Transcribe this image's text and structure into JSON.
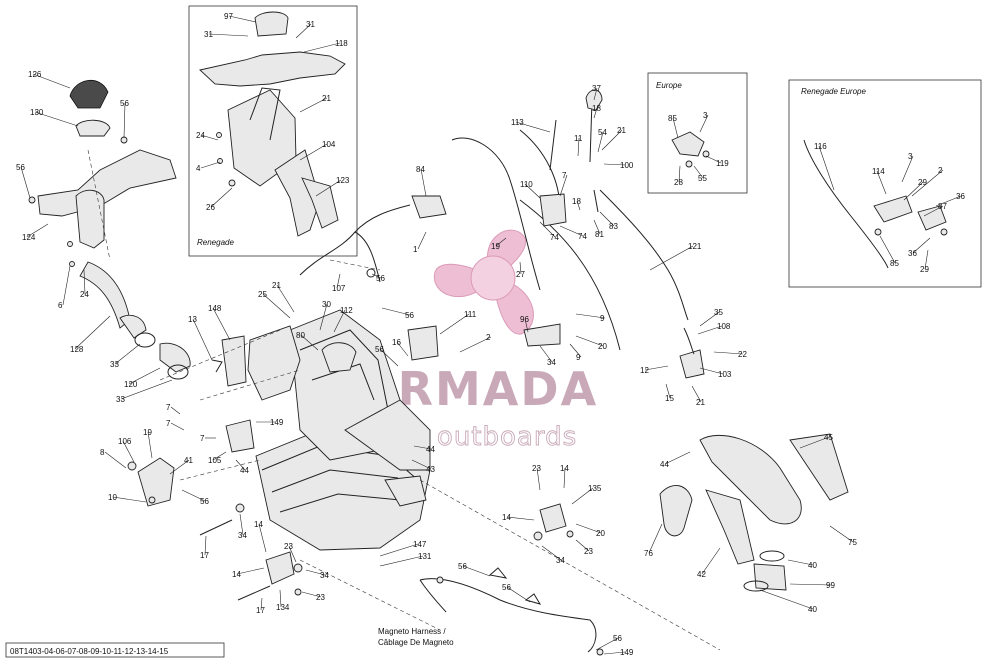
{
  "insets": [
    {
      "label": "Renegade"
    },
    {
      "label": "Europe"
    },
    {
      "label": "Renegade Europe"
    }
  ],
  "harness_label_1": "Magneto Harness /",
  "harness_label_2": "Câblage De Magneto",
  "ref_code": "08T1403-04-06-07-08-09-10-11-12-13-14-15",
  "watermark": {
    "title": "ARMADA",
    "subtitle": "marine outboards",
    "color": "#e8a9c6"
  },
  "callouts": [
    "97",
    "31",
    "118",
    "31",
    "21",
    "24",
    "4",
    "104",
    "26",
    "123",
    "126",
    "56",
    "130",
    "56",
    "124",
    "6",
    "24",
    "128",
    "33",
    "120",
    "33",
    "84",
    "1",
    "107",
    "56",
    "56",
    "25",
    "21",
    "30",
    "112",
    "80",
    "148",
    "13",
    "111",
    "2",
    "16",
    "56",
    "7",
    "7",
    "7",
    "149",
    "105",
    "44",
    "106",
    "19",
    "8",
    "41",
    "56",
    "10",
    "17",
    "34",
    "14",
    "14",
    "23",
    "17",
    "134",
    "34",
    "23",
    "147",
    "131",
    "56",
    "56",
    "113",
    "37",
    "18",
    "21",
    "54",
    "11",
    "110",
    "100",
    "7",
    "18",
    "74",
    "81",
    "83",
    "74",
    "19",
    "27",
    "96",
    "34",
    "9",
    "20",
    "9",
    "121",
    "35",
    "108",
    "12",
    "22",
    "103",
    "15",
    "21",
    "44",
    "45",
    "76",
    "42",
    "75",
    "40",
    "99",
    "40",
    "23",
    "14",
    "135",
    "14",
    "20",
    "23",
    "34",
    "56",
    "149",
    "85",
    "3",
    "119",
    "28",
    "55",
    "116",
    "3",
    "2",
    "114",
    "29",
    "36",
    "87",
    "36",
    "85",
    "29",
    "43",
    "44"
  ]
}
